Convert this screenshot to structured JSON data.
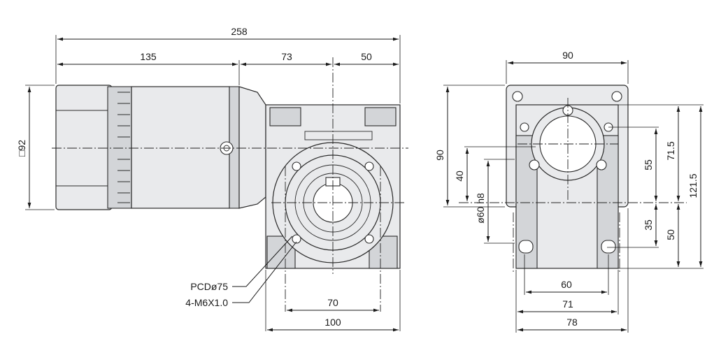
{
  "drawing": {
    "left_view": {
      "overall_length": "258",
      "motor_length": "135",
      "gear_length": "73",
      "shaft_offset": "50",
      "motor_square": "□92",
      "bolt_spacing": "70",
      "base_width": "100",
      "pcd_note": "PCDø75",
      "thread_note": "4-M6X1.0"
    },
    "right_view": {
      "top_width": "90",
      "flange_height": "90",
      "shaft_to_top": "40",
      "shaft_diameter": "ø60 h8",
      "top_holes": "55",
      "flange_span": "71.5",
      "total_height": "121.5",
      "lower_holes": "35",
      "lower_span": "50",
      "foot_60": "60",
      "foot_71": "71",
      "foot_78": "78"
    }
  }
}
